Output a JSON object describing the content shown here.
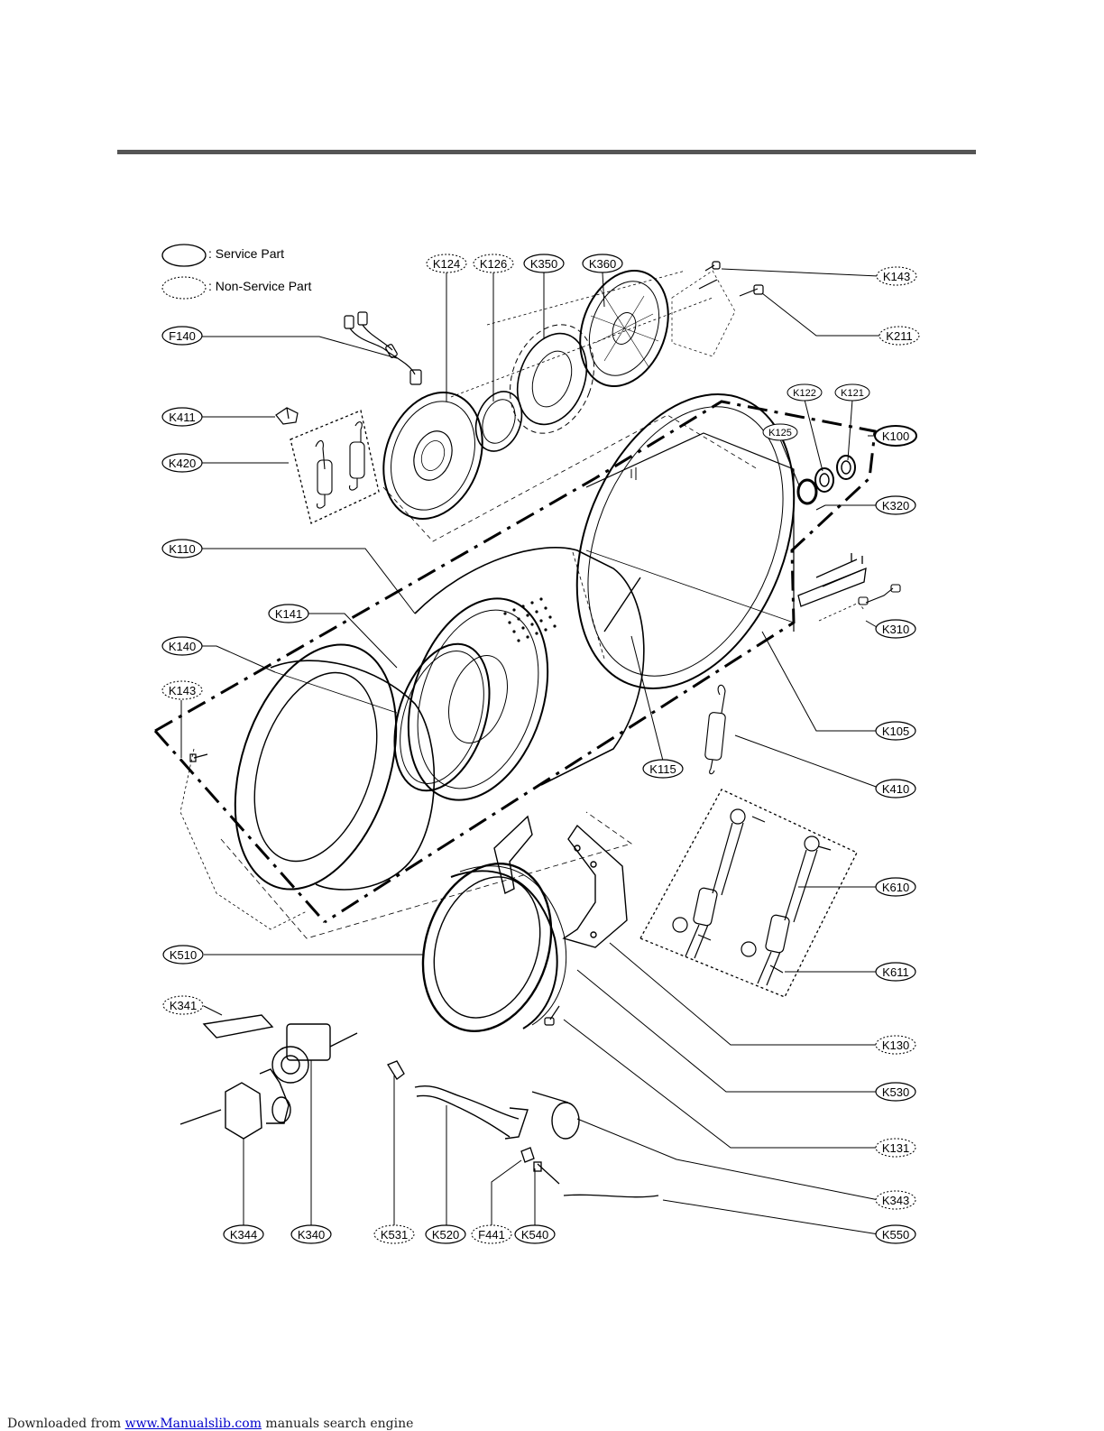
{
  "legend": {
    "service": ": Service Part",
    "non_service": ": Non-Service Part"
  },
  "labels": {
    "F140": "F140",
    "K411": "K411",
    "K420": "K420",
    "K110": "K110",
    "K141": "K141",
    "K140": "K140",
    "K143_left": "K143",
    "K124": "K124",
    "K126": "K126",
    "K350": "K350",
    "K360": "K360",
    "K143_right": "K143",
    "K211": "K211",
    "K122": "K122",
    "K121": "K121",
    "K125": "K125",
    "K100": "K100",
    "K320": "K320",
    "K310": "K310",
    "K105": "K105",
    "K115": "K115",
    "K410": "K410",
    "K610": "K610",
    "K611": "K611",
    "K510": "K510",
    "K130": "K130",
    "K530": "K530",
    "K341": "K341",
    "K131": "K131",
    "K343": "K343",
    "K550": "K550",
    "K344": "K344",
    "K340": "K340",
    "K531": "K531",
    "K520": "K520",
    "F441": "F441",
    "K540": "K540"
  },
  "footer": {
    "prefix": "Downloaded from ",
    "link": "www.Manualslib.com",
    "suffix": " manuals search engine"
  }
}
